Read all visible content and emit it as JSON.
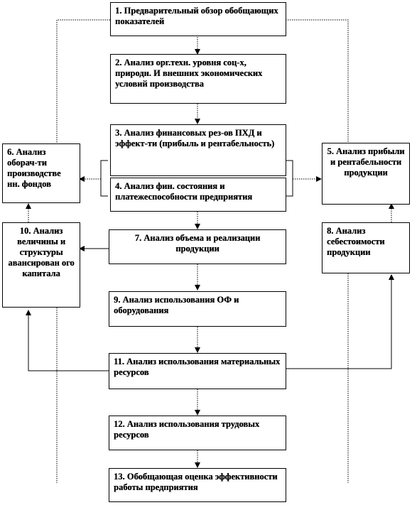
{
  "blocks": {
    "b1": "1. Предварительный обзор обобщающих показателей",
    "b2": "2. Анализ орг.техн. уровня соц-х, природн. И внешних экономических условий производства",
    "b3": "3. Анализ финансовых рез-ов ПХД и эффект-ти (прибыль и рентабельность)",
    "b4": "4. Анализ фин. состояния и платежеспособности предприятия",
    "b5": "5. Анализ прибыли и рентабельности продукции",
    "b6": "6. Анализ оборач-ти производстве нн. фондов",
    "b7": "7. Анализ объема и реализации продукции",
    "b8": "8. Анализ себестоимости продукции",
    "b9": "9. Анализ использования ОФ и оборудования",
    "b10": "10. Анализ величины и структуры авансирован ого капитала",
    "b11": "11. Анализ использования материальных ресурсов",
    "b12": "12. Анализ использования трудовых ресурсов",
    "b13": "13. Обобщающая оценка эффективности работы предприятия"
  }
}
